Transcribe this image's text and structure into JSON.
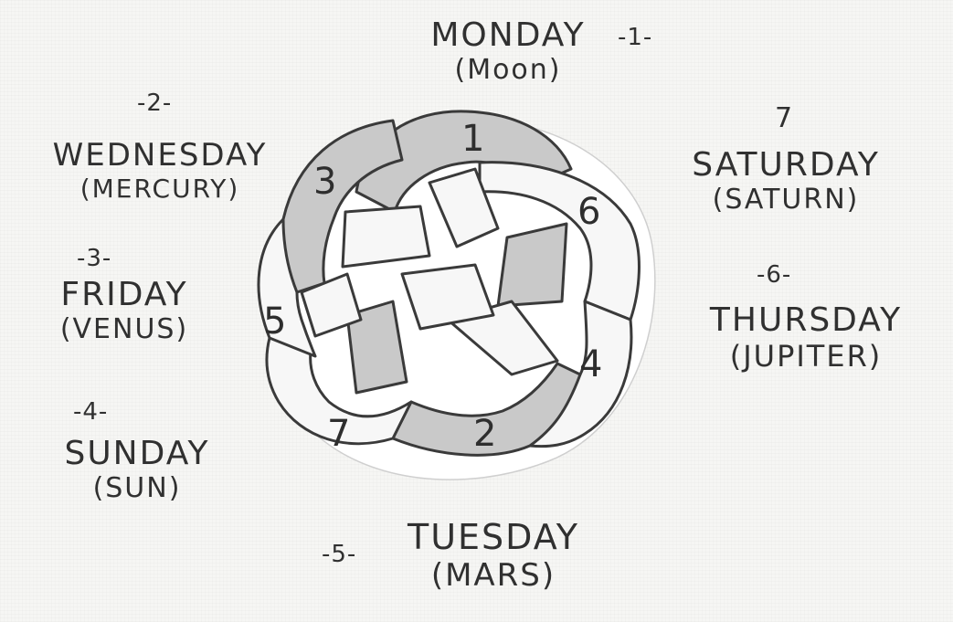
{
  "labels": {
    "monday": {
      "order": "-1-",
      "day": "MONDAY",
      "planet": "(Moon)"
    },
    "wednesday": {
      "order": "-2-",
      "day": "WEDNESDAY",
      "planet": "(MERCURY)"
    },
    "friday": {
      "order": "-3-",
      "day": "FRIDAY",
      "planet": "(VENUS)"
    },
    "sunday": {
      "order": "-4-",
      "day": "SUNDAY",
      "planet": "(SUN)"
    },
    "tuesday": {
      "order": "-5-",
      "day": "TUESDAY",
      "planet": "(MARS)"
    },
    "thursday": {
      "order": "-6-",
      "day": "THURSDAY",
      "planet": "(JUPITER)"
    },
    "saturday": {
      "order": "7",
      "day": "SATURDAY",
      "planet": "(SATURN)"
    }
  },
  "knot_numbers": {
    "n1": "1",
    "n2": "2",
    "n3": "3",
    "n4": "4",
    "n5": "5",
    "n6": "6",
    "n7": "7"
  },
  "colors": {
    "ink": "#3a3a3a",
    "band_shaded": "#c9c9c9",
    "band_white": "#f7f7f7",
    "backing": "#ffffff"
  }
}
